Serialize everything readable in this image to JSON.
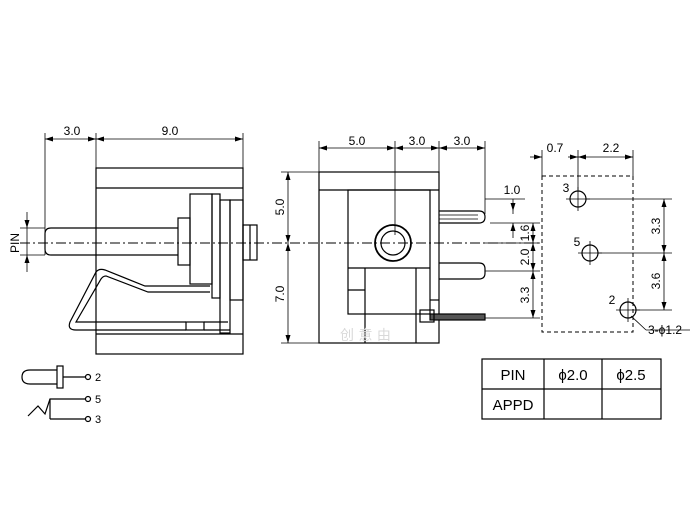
{
  "side_view": {
    "dim_top_left": "3.0",
    "dim_top_right": "9.0",
    "pin_label": "PIN"
  },
  "front_view": {
    "dim_top_1": "5.0",
    "dim_top_2": "3.0",
    "dim_top_3": "3.0",
    "dim_left_upper": "5.0",
    "dim_left_lower": "7.0",
    "dim_pin_width": "1.0",
    "dim_right_1": "1.6",
    "dim_right_2": "2.0",
    "dim_right_3": "3.3"
  },
  "pcb_layout": {
    "dim_top_1": "0.7",
    "dim_top_2": "2.2",
    "dim_right_1": "3.3",
    "dim_right_2": "3.6",
    "pin_3": "3",
    "pin_5": "5",
    "pin_2": "2",
    "hole_note": "3-ϕ1.2"
  },
  "schematic": {
    "label_2": "2",
    "label_5": "5",
    "label_3": "3"
  },
  "spec_table": {
    "header": [
      "PIN",
      "ϕ2.0",
      "ϕ2.5"
    ],
    "row": [
      "APPD",
      "",
      ""
    ]
  },
  "watermark": "创 意 由"
}
